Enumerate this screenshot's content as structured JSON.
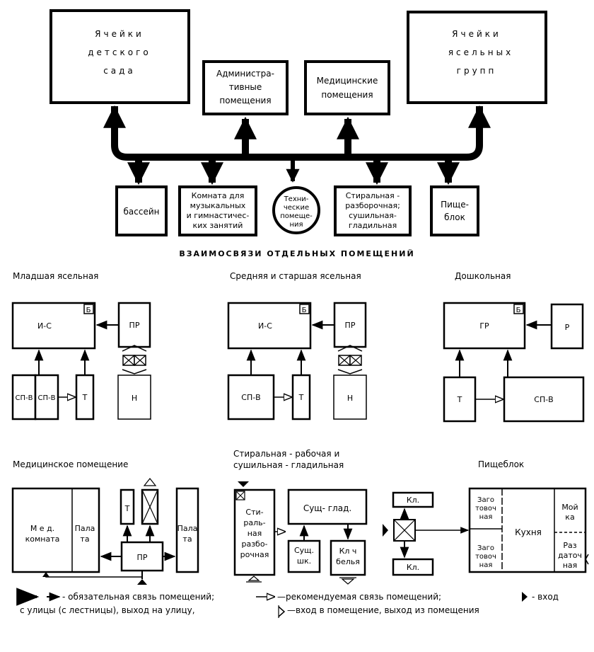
{
  "top": {
    "kindergarten_cells": [
      "Ячейки",
      "детского",
      "сада"
    ],
    "nursery_cells": [
      "Ячейки",
      "ясельных",
      "групп"
    ],
    "admin": [
      "Администра-",
      "тивные",
      "помещения"
    ],
    "medical": [
      "Медицинские",
      "помещения"
    ],
    "pool": "бассейн",
    "music": [
      "Комната для",
      "музыкальных",
      "и гимнастичес-",
      "ких занятий"
    ],
    "technical": [
      "Техни-",
      "ческие",
      "помеще-",
      "ния"
    ],
    "laundry": [
      "Стиральная -",
      "разборочная;",
      "сушильная-",
      "гладильная"
    ],
    "food": [
      "Пище-",
      "блок"
    ]
  },
  "section_title": "ВЗАИМОСВЯЗИ ОТДЕЛЬНЫХ ПОМЕЩЕНИЙ",
  "group1": {
    "title": "Младшая ясельная",
    "is": "И-С",
    "pr": "ПР",
    "b": "Б",
    "sp1": "СП-В",
    "sp2": "СП-В",
    "t": "Т",
    "n": "Н"
  },
  "group2": {
    "title": "Средняя и старшая ясельная",
    "is": "И-С",
    "pr": "ПР",
    "b": "Б",
    "sp": "СП-В",
    "t": "Т",
    "n": "Н"
  },
  "group3": {
    "title": "Дошкольная",
    "gr": "ГР",
    "r": "Р",
    "b": "Б",
    "t": "Т",
    "sp": "СП-В"
  },
  "medical_section": {
    "title": "Медицинское помещение",
    "room": [
      "М е д.",
      "комната"
    ],
    "ward1": [
      "Пала",
      "та"
    ],
    "ward2": [
      "Пала",
      "та"
    ],
    "t": "Т",
    "pr": "ПР"
  },
  "laundry_section": {
    "title": [
      "Стиральная - рабочая  и",
      "сушильная - гладильная"
    ],
    "wash": [
      "Сти-",
      "раль-",
      "ная",
      "разбо-",
      "рочная"
    ],
    "dry_iron": "Сущ- глад.",
    "dry_cab": [
      "Сущ.",
      "шк."
    ],
    "linen": [
      "Кл ч",
      "белья"
    ]
  },
  "food_section": {
    "title": "Пищеблок",
    "kl1": "Кл.",
    "kl2": "Кл.",
    "prep1": [
      "Заго",
      "товоч",
      "ная"
    ],
    "prep2": [
      "Заго",
      "товоч",
      "ная"
    ],
    "kitchen": "Кухня",
    "wash": [
      "Мой",
      "ка"
    ],
    "dispense": [
      "Раз",
      "даточ",
      "ная"
    ]
  },
  "legend": {
    "line1_a": "- обязательная связь помещений;",
    "line1_b": "—рекомендуемая связь помещений;",
    "line1_c": "- вход",
    "line2_a": "с улицы (с лестницы), выход на улицу,",
    "line2_b": "—вход в помещение, выход из помещения"
  }
}
